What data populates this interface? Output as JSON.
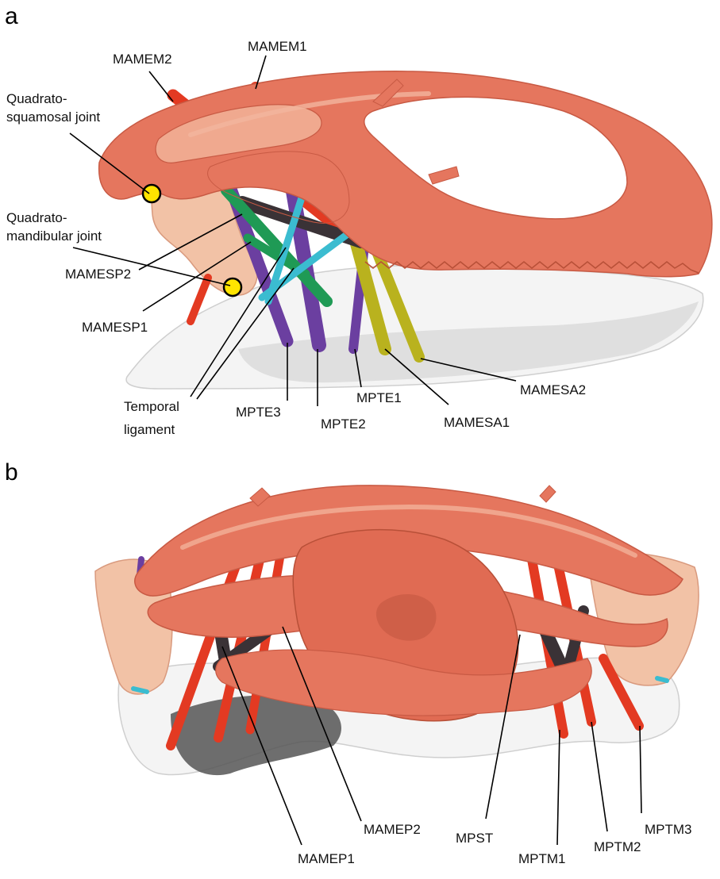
{
  "panels": [
    {
      "letter": "a",
      "labels": {
        "mamem2": "MAMEM2",
        "mamem1": "MAMEM1",
        "qs_joint_line1": "Quadrato-",
        "qs_joint_line2": "squamosal joint",
        "qm_joint_line1": "Quadrato-",
        "qm_joint_line2": "mandibular joint",
        "mamesp2": "MAMESP2",
        "mamesp1": "MAMESP1",
        "temporal_line1": "Temporal",
        "temporal_line2": "ligament",
        "mpte3": "MPTE3",
        "mpte2": "MPTE2",
        "mpte1": "MPTE1",
        "mamesa1": "MAMESA1",
        "mamesa2": "MAMESA2"
      }
    },
    {
      "letter": "b",
      "labels": {
        "mamep2": "MAMEP2",
        "mamep1": "MAMEP1",
        "mpst": "MPST",
        "mptm1": "MPTM1",
        "mptm2": "MPTM2",
        "mptm3": "MPTM3"
      }
    }
  ],
  "colors": {
    "skull": "#e5765e",
    "skull_dark": "#c85a44",
    "skull_light": "#f0a98f",
    "quadrate": "#f2c2a6",
    "jaw": "#f4f4f4",
    "jaw_shade": "#bdbdbd",
    "red_muscle": "#e33a22",
    "purple_muscle": "#6b3fa0",
    "cyan_muscle": "#3bbcd0",
    "green_muscle": "#1f9a55",
    "olive_muscle": "#b9b21e",
    "dark_muscle": "#3a3236",
    "joint_marker": "#ffe400"
  }
}
